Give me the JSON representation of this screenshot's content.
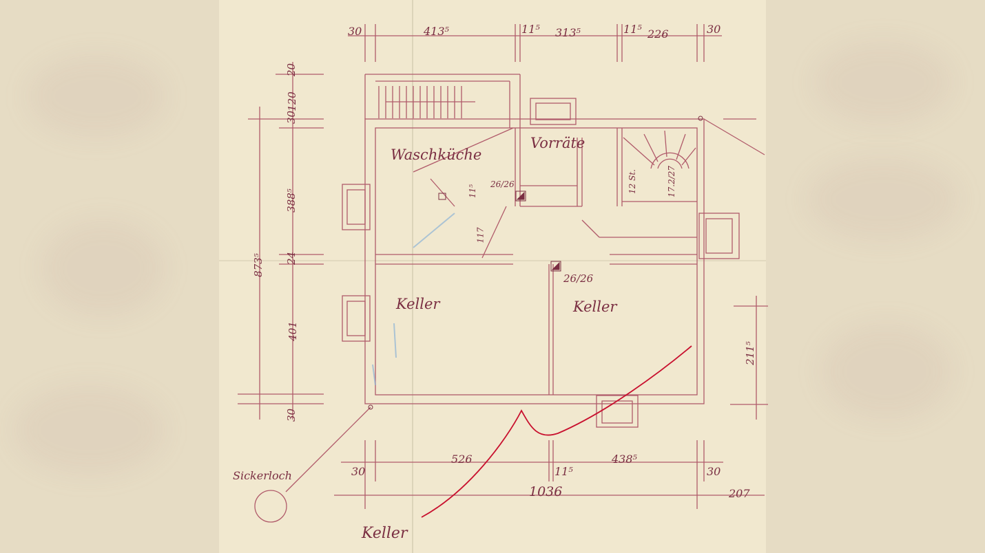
{
  "colors": {
    "paper": "#f1e8cf",
    "ink": "#7a2e42",
    "accent": "#c8102e"
  },
  "rooms": {
    "waschkueche": "Waschküche",
    "vorraete": "Vorräte",
    "keller_left": "Keller",
    "keller_right": "Keller",
    "sickerloch": "Sickerloch",
    "keller_note": "Keller"
  },
  "dims_top": {
    "d1": "30",
    "d2": "413⁵",
    "d3": "11⁵",
    "d4": "313⁵",
    "d5": "11⁵",
    "d6": "226",
    "d7": "30"
  },
  "dims_bottom": {
    "d1": "30",
    "d2": "526",
    "d3": "11⁵",
    "d4": "438⁵",
    "d5": "30",
    "total": "1036",
    "extra": "207"
  },
  "dims_left": {
    "d1": "20",
    "d2": "120",
    "d3": "30",
    "d4": "388⁵",
    "d5": "24",
    "d6": "401",
    "d7": "30",
    "total": "873⁵"
  },
  "dims_right": {
    "d1": "211⁵"
  },
  "dims_inner": {
    "chimney_a": "26/26",
    "chimney_b": "26/26",
    "hall_a": "11⁵",
    "hall_b": "117",
    "stair_a": "12 St.",
    "stair_b": "17.2/27"
  }
}
